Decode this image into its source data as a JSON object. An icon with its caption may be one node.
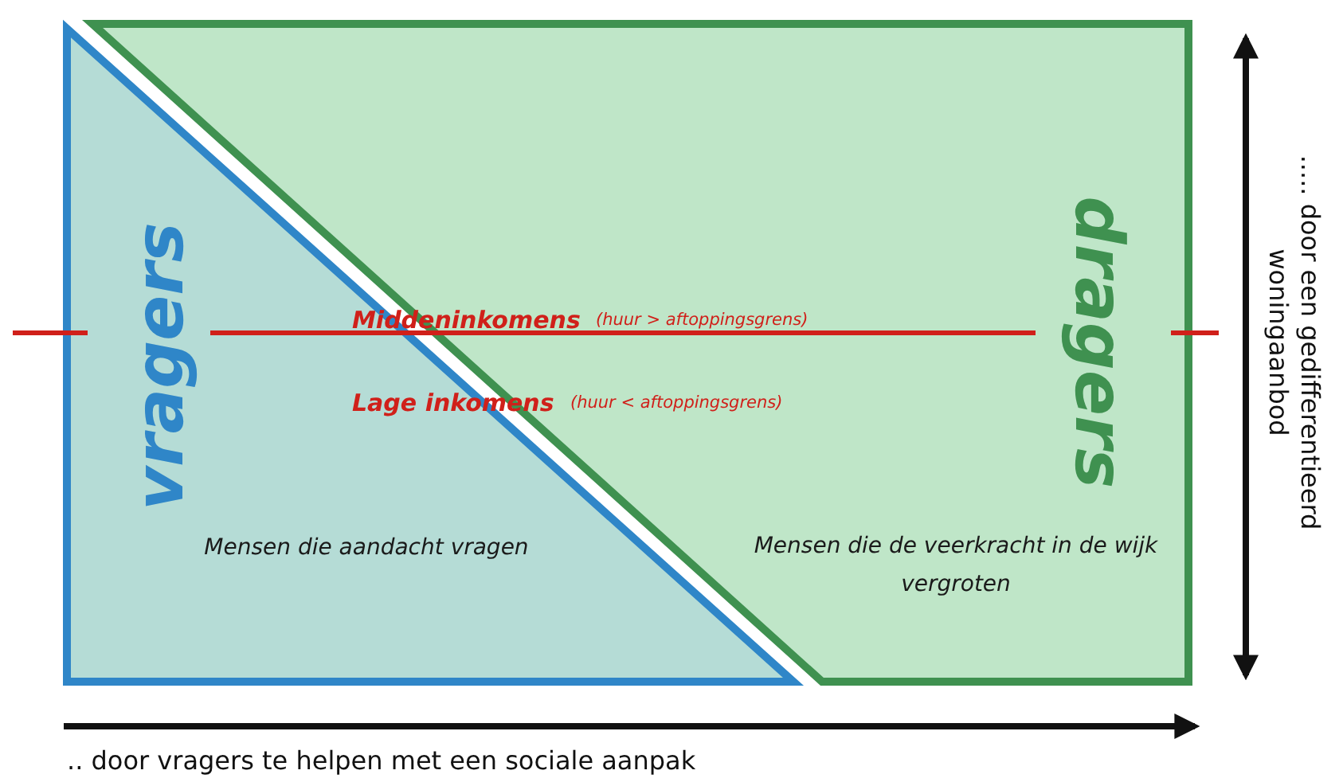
{
  "diagram": {
    "nodes": [
      {
        "text": [
          "vragers",
          "Mensen die aandacht vragen"
        ]
      },
      {
        "text": [
          "dragers",
          "Mensen die de veerkracht in de wijk vergroten"
        ]
      }
    ],
    "labels": [
      "Middeninkomens",
      "(huur > aftoppingsgrens)",
      "Lage inkomens",
      "(huur < aftoppingsgrens)",
      "..... door een gedifferentieerd woningaanbod",
      ".. door vragers te helpen met een sociale aanpak"
    ]
  }
}
